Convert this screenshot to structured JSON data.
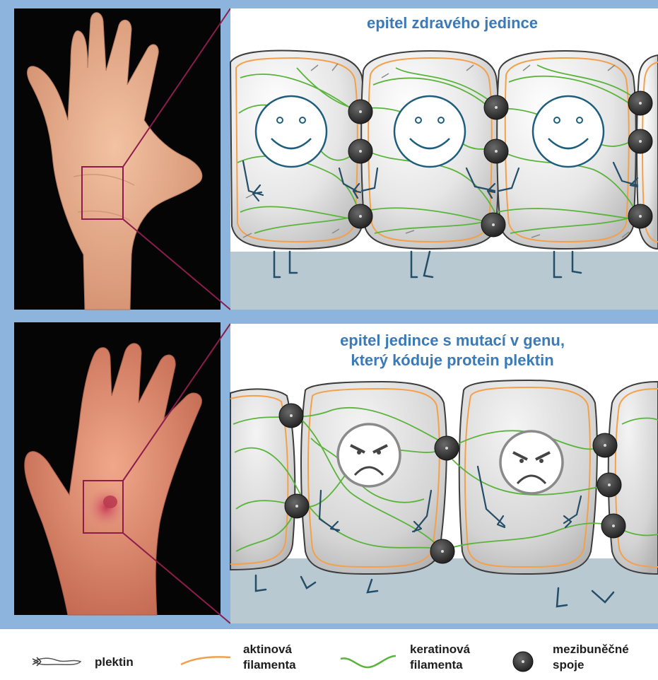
{
  "panel_top": {
    "title": "epitel zdravého jedince"
  },
  "panel_bottom": {
    "title_line1": "epitel jedince s mutací v genu,",
    "title_line2": "který kóduje protein plektin"
  },
  "legend": {
    "plectin": "plektin",
    "actin_line1": "aktinová",
    "actin_line2": "filamenta",
    "keratin_line1": "keratinová",
    "keratin_line2": "filamenta",
    "junction_line1": "mezibuněčné",
    "junction_line2": "spoje"
  },
  "colors": {
    "frame_blue": "#8db4dc",
    "title_blue": "#3a7ab8",
    "actin_orange": "#f4a04a",
    "keratin_green": "#5ab43c",
    "limb_navy": "#244d68",
    "magenta_zoom": "#8c1c4c",
    "substrate": "#b8c9d2"
  }
}
